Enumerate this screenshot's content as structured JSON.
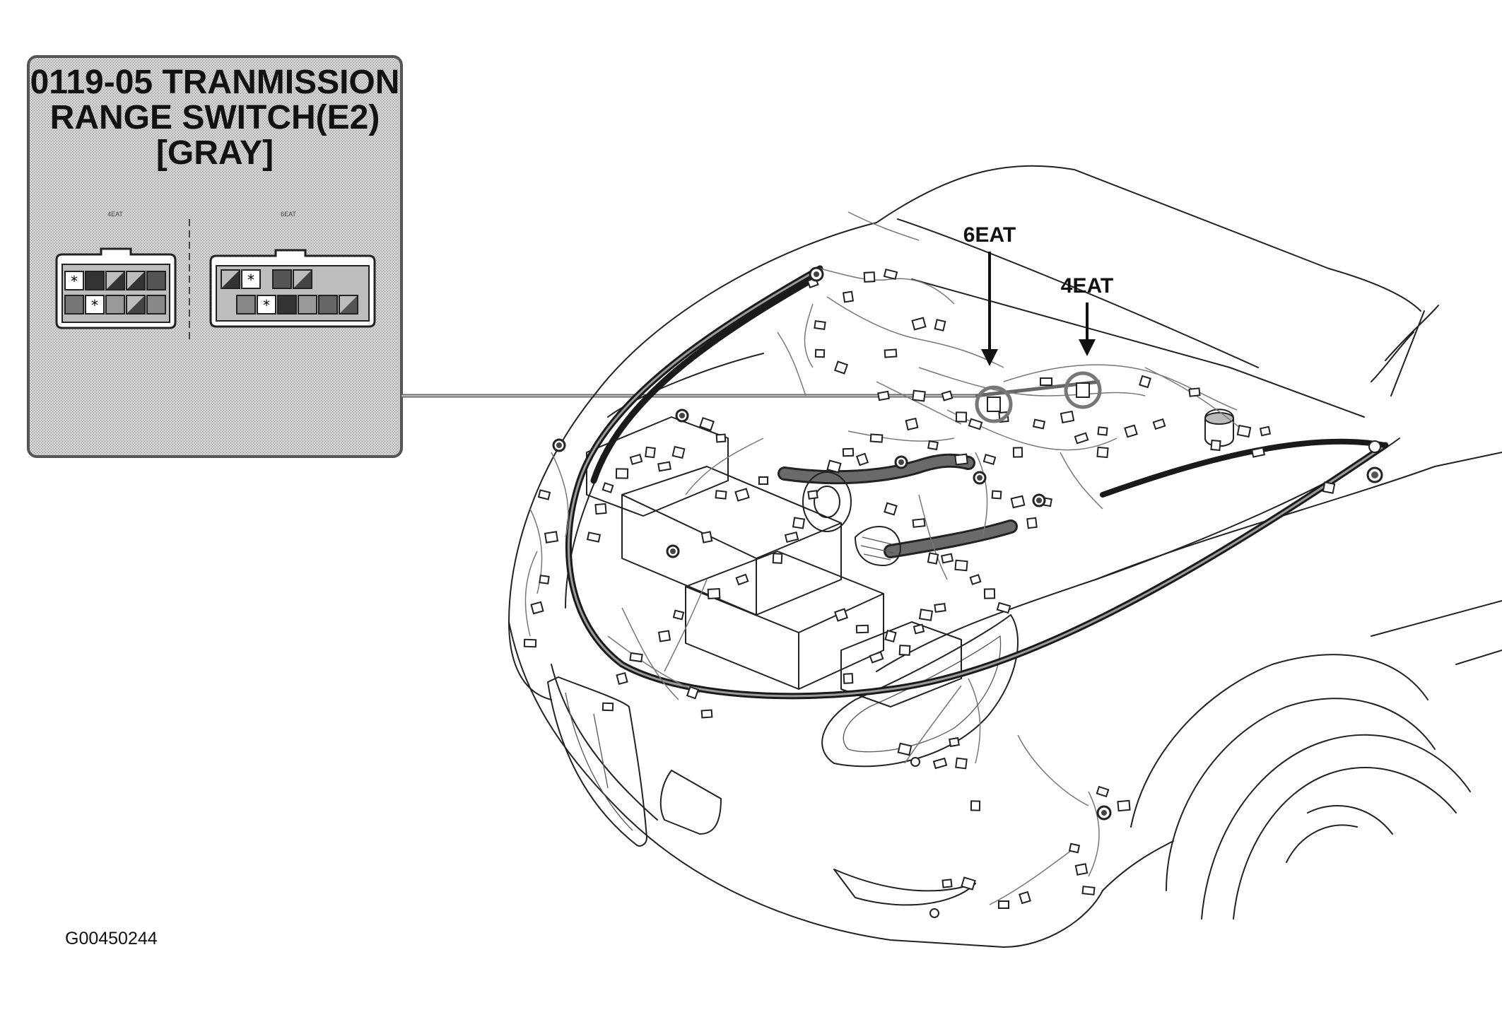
{
  "inset": {
    "title_lines": [
      "0119-05 TRANMISSION",
      "RANGE SWITCH(E2)",
      "[GRAY]"
    ],
    "left_connector_label": "4EAT",
    "right_connector_label": "6EAT"
  },
  "callouts": {
    "six_eat": "6EAT",
    "four_eat": "4EAT"
  },
  "figure_code": "G00450244",
  "colors": {
    "inset_fill": "#c9c9c9",
    "inset_border": "#555555",
    "line": "#222222"
  }
}
